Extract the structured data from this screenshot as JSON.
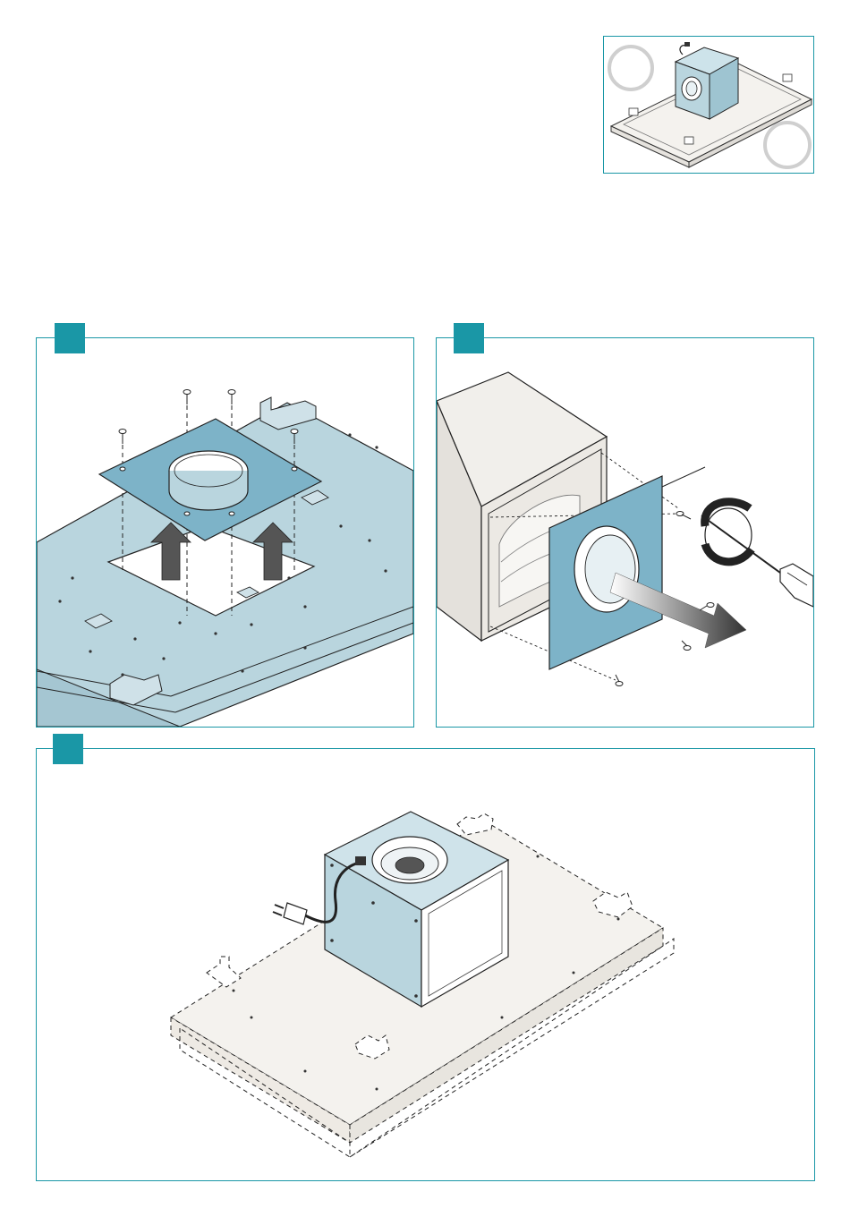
{
  "colors": {
    "accent": "#1a97a6",
    "part_fill": "#b9d5de",
    "plate_fill": "#7db3c8",
    "outline": "#2a2a2a",
    "paper": "#ffffff",
    "neutral_box": "#f1efeb"
  },
  "thumbnail": {
    "circle_marks": [
      "",
      ""
    ]
  },
  "steps": [
    {
      "label": "",
      "icons": [
        "screw-icon",
        "arrow-up-icon",
        "mounting-plate"
      ]
    },
    {
      "label": "",
      "icons": [
        "screwdriver-icon",
        "rotate-arrow-icon",
        "pull-arrow-icon",
        "screw-icon"
      ]
    },
    {
      "label": "",
      "icons": [
        "motor-unit",
        "power-plug-icon",
        "hood-outline"
      ]
    }
  ]
}
